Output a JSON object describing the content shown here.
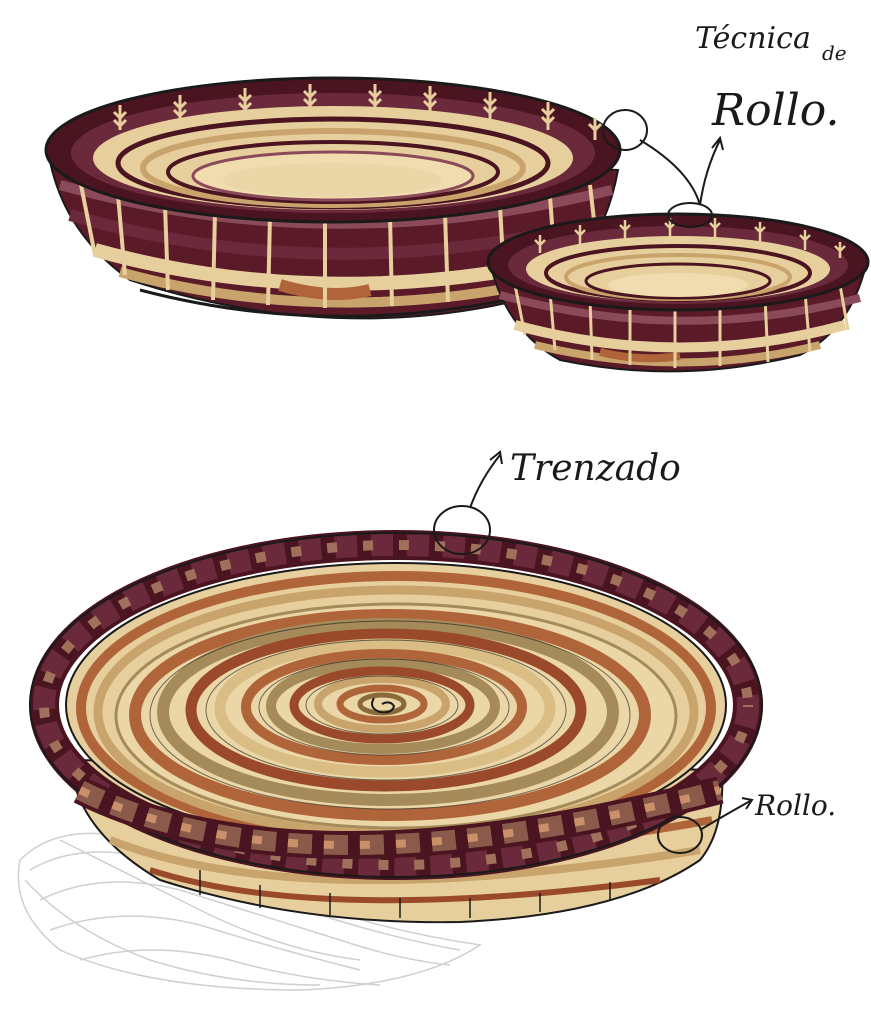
{
  "annotations": {
    "tecnica": "Técnica",
    "de": "de",
    "rollo_title": "Rollo.",
    "trenzado": "Trenzado",
    "rollo_side": "Rollo."
  },
  "colors": {
    "dark_brown": "#4a1420",
    "plum": "#6b2a3c",
    "mauve": "#8a4a5a",
    "straw": "#e6cf9c",
    "tan": "#c9a36c",
    "terracotta": "#b0643a",
    "rust": "#9a4a2a",
    "olive": "#a58a5a",
    "ink": "#1a1a1a"
  },
  "illustration": {
    "objects": [
      "large-coiled-bowl",
      "small-coiled-bowl",
      "braided-rim-tray"
    ]
  }
}
